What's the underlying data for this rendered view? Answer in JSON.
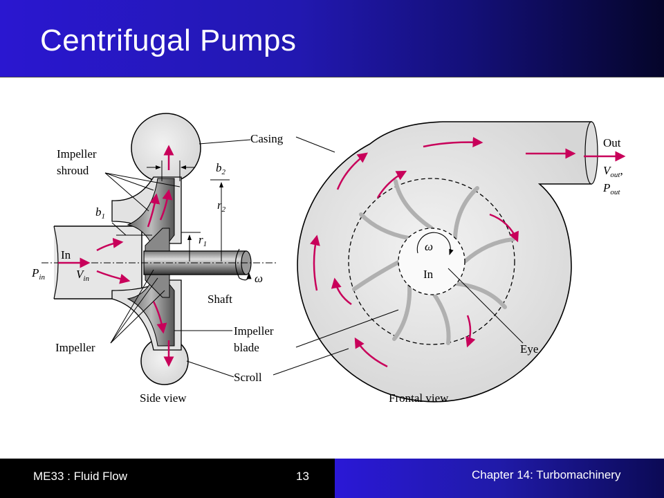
{
  "slide": {
    "title": "Centrifugal Pumps"
  },
  "footer": {
    "course": "ME33 : Fluid Flow",
    "page": "13",
    "chapter": "Chapter 14: Turbomachinery"
  },
  "diagram": {
    "side_view": {
      "caption": "Side view",
      "casing": "Casing",
      "impeller_shroud_1": "Impeller",
      "impeller_shroud_2": "shroud",
      "b2": "b",
      "b2_sub": "2",
      "r2": "r",
      "r2_sub": "2",
      "b1": "b",
      "b1_sub": "1",
      "r1": "r",
      "r1_sub": "1",
      "in": "In",
      "p_in": "P",
      "p_in_sub": "in",
      "v_in": "V",
      "v_in_sub": "in",
      "omega": "ω",
      "shaft": "Shaft",
      "impeller": "Impeller",
      "impeller_blade_1": "Impeller",
      "impeller_blade_2": "blade",
      "scroll": "Scroll"
    },
    "frontal_view": {
      "caption": "Frontal view",
      "out": "Out",
      "v_out": "V",
      "v_out_sub": "out",
      "comma": ",",
      "p_out": "P",
      "p_out_sub": "out",
      "omega": "ω",
      "in": "In",
      "eye": "Eye"
    },
    "colors": {
      "flow_arrow": "#c8005a",
      "casing_fill": "#e4e4e4",
      "blade_gray": "#b0b0b0"
    }
  }
}
